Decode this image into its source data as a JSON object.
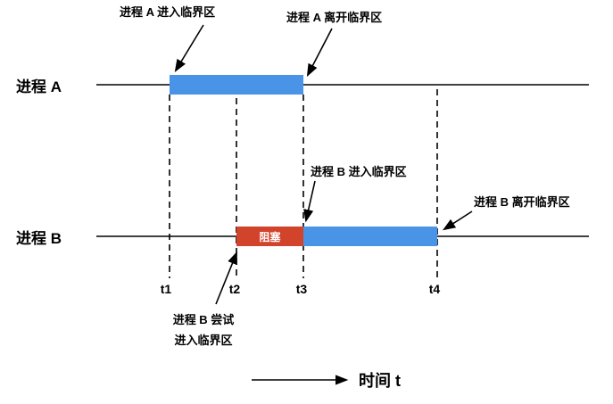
{
  "colors": {
    "bar_blue": "#4a94e8",
    "bar_red": "#d2432b",
    "line": "#000000"
  },
  "process_a": {
    "label": "进程 A",
    "enter_annotation": "进程 A 进入临界区",
    "leave_annotation": "进程 A 离开临界区"
  },
  "process_b": {
    "label": "进程 B",
    "blocked_label": "阻塞",
    "enter_annotation": "进程 B 进入临界区",
    "leave_annotation": "进程 B 离开临界区",
    "attempt_line1": "进程 B 尝试",
    "attempt_line2": "进入临界区"
  },
  "time_ticks": [
    "t1",
    "t2",
    "t3",
    "t4"
  ],
  "time_axis_label": "时间 t"
}
